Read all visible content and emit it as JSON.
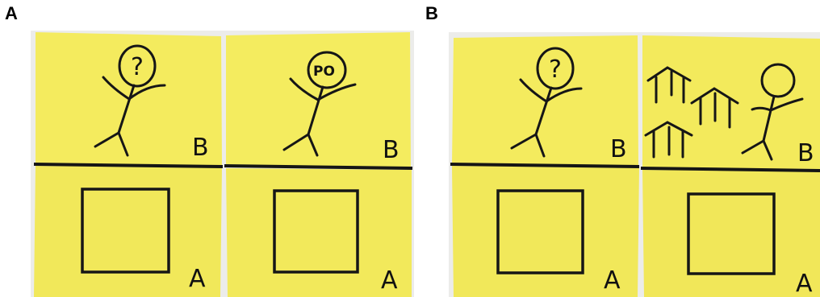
{
  "panels": [
    {
      "label": "A"
    },
    {
      "label": "B"
    }
  ],
  "cards": [
    {
      "head_text": "?",
      "upper_letter": "B",
      "lower_letter": "A"
    },
    {
      "head_text": "PO",
      "upper_letter": "B",
      "lower_letter": "A"
    },
    {
      "head_text": "?",
      "upper_letter": "B",
      "lower_letter": "A"
    },
    {
      "head_text": "",
      "upper_letter": "B",
      "lower_letter": "A"
    }
  ],
  "colors": {
    "paper": "#f3ea5a",
    "paper_shade": "#e8dc4c",
    "ink": "#161616",
    "backdrop": "#e9e9e6"
  }
}
